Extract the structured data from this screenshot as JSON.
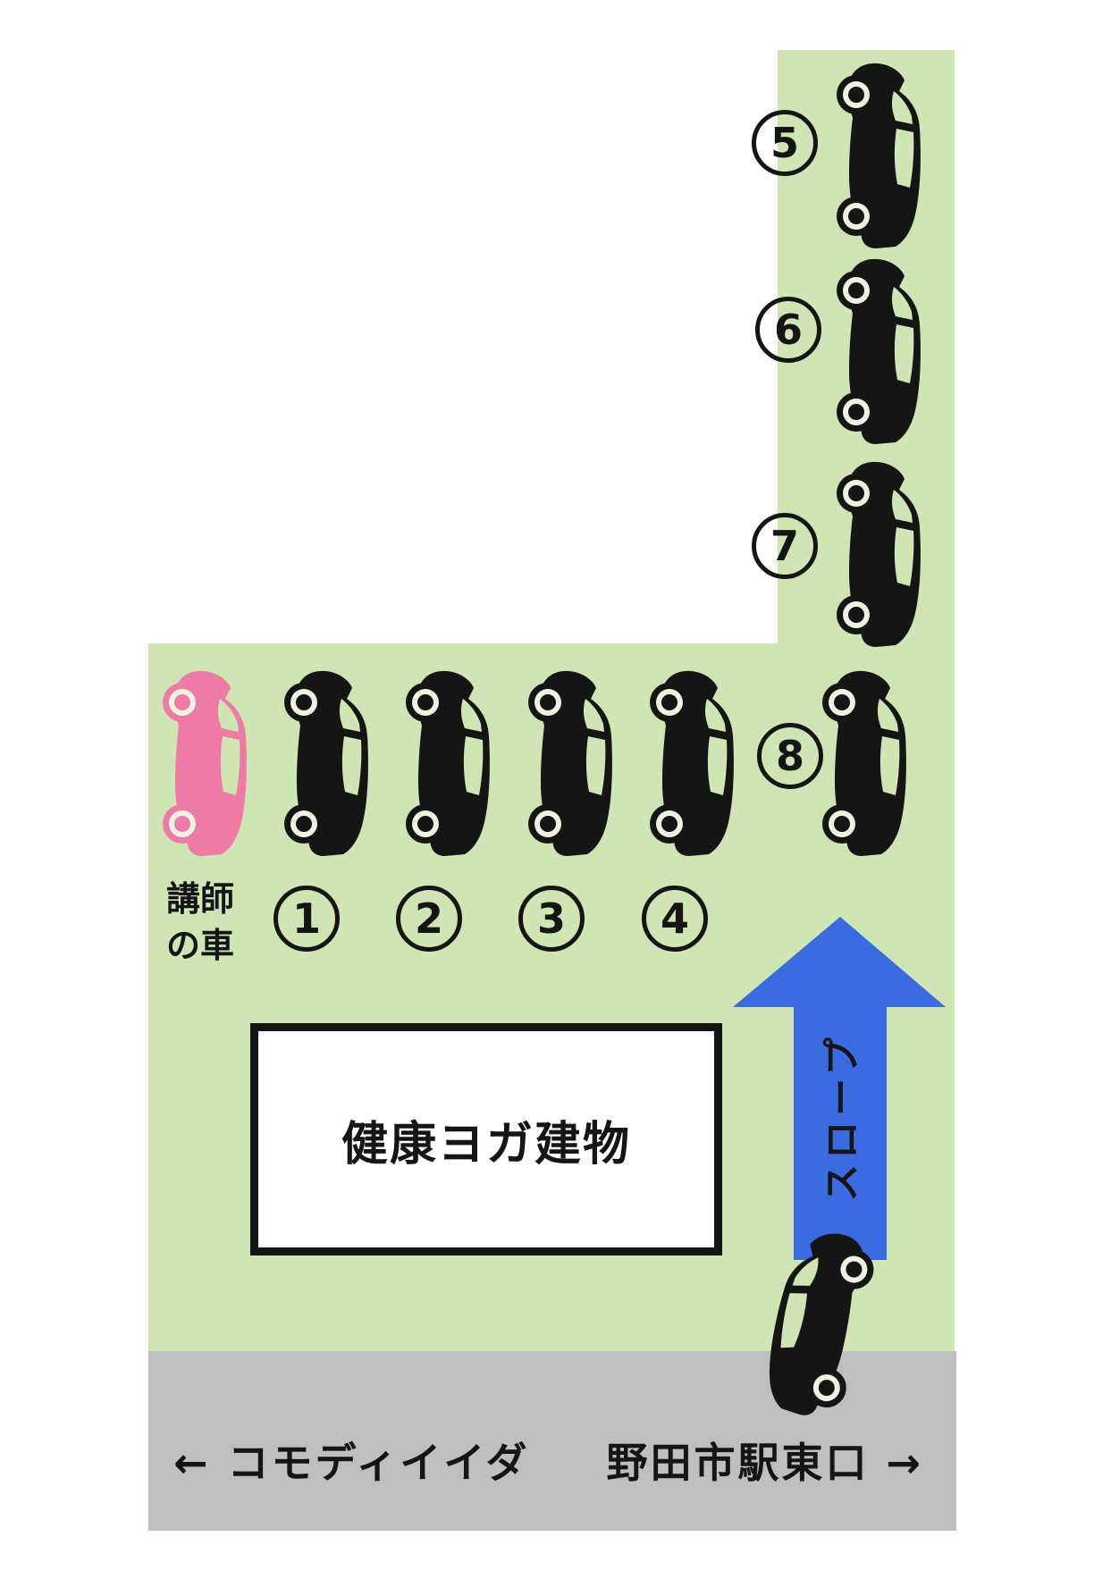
{
  "colors": {
    "lot_green": "#cfe5b3",
    "road_gray": "#bfbfbf",
    "ramp_blue": "#3a6be0",
    "instructor_pink": "#ee7aa6",
    "ink_black": "#151515",
    "wheel_ring": "#edf2e2"
  },
  "building": {
    "label": "健康ヨガ建物"
  },
  "instructor_car": {
    "label_line1": "講師",
    "label_line2": "の車"
  },
  "ramp": {
    "label": "スロープ"
  },
  "roads": {
    "west_label": "← コモディイイダ",
    "east_label": "野田市駅東口 →"
  },
  "spots": [
    "1",
    "2",
    "3",
    "4",
    "5",
    "6",
    "7",
    "8"
  ]
}
